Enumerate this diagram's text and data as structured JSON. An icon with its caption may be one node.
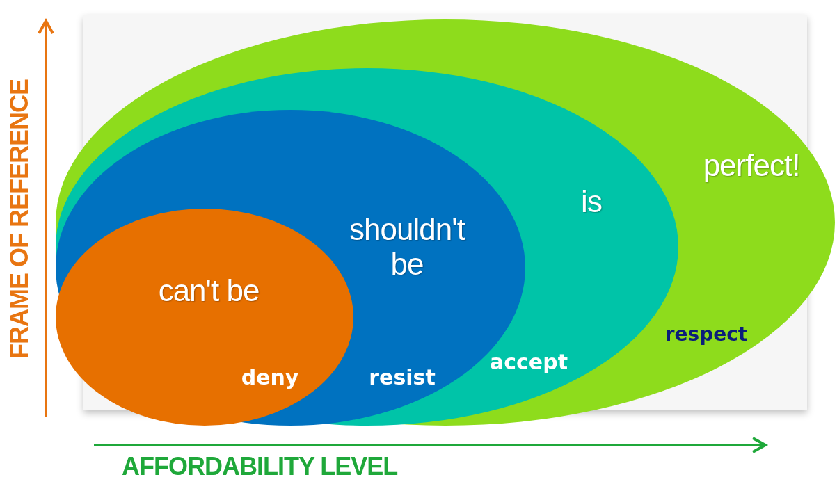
{
  "diagram": {
    "nodes": [
      {
        "text": [
          "perfect!",
          "respect"
        ]
      },
      {
        "text": [
          "is",
          "accept"
        ],
        "in": 0
      },
      {
        "text": [
          "shouldn't be",
          "resist"
        ],
        "in": 1
      },
      {
        "text": [
          "can't be",
          "deny"
        ],
        "in": 2
      }
    ],
    "edges": [],
    "labels": [
      "FRAME OF REFERENCE",
      "AFFORDABILITY LEVEL"
    ]
  }
}
